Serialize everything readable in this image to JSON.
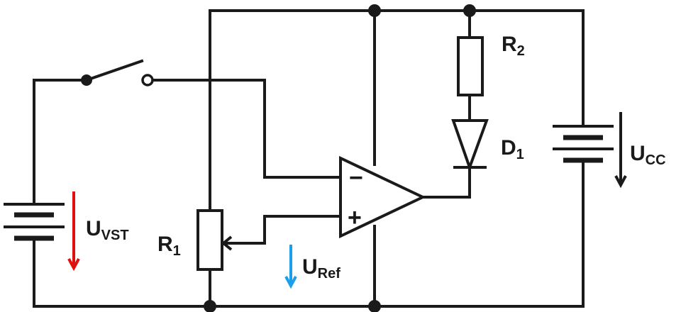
{
  "colors": {
    "wire": "#1a1a1a",
    "uvst": "#e01010",
    "uref": "#1a9fe8",
    "background": "#ffffff"
  },
  "labels": {
    "r1": {
      "main": "R",
      "sub": "1"
    },
    "r2": {
      "main": "R",
      "sub": "2"
    },
    "d1": {
      "main": "D",
      "sub": "1"
    },
    "ucc": {
      "main": "U",
      "sub": "CC"
    },
    "uvst": {
      "main": "U",
      "sub": "VST"
    },
    "uref": {
      "main": "U",
      "sub": "Ref"
    }
  },
  "opamp": {
    "inverting": "−",
    "non_inverting": "+"
  }
}
